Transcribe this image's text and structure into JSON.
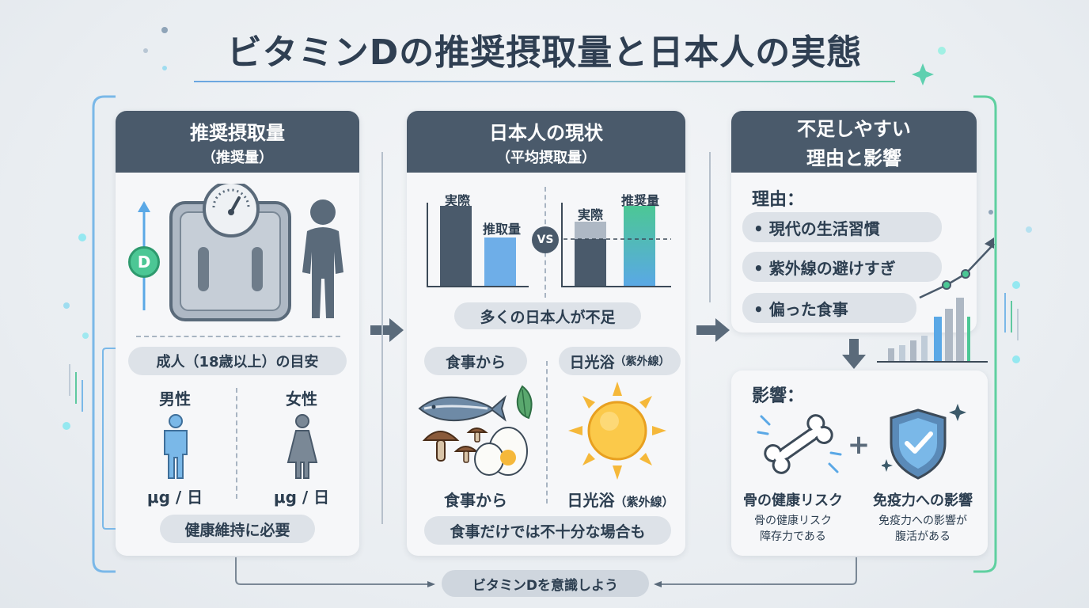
{
  "title": "ビタミンDの推奨摂取量と日本人の実態",
  "panel1": {
    "heading": "推奨摂取量",
    "subheading": "（推奨量）",
    "d_badge": "D",
    "adult_pill": "成人（18歳以上）の目安",
    "male_label": "男性",
    "female_label": "女性",
    "male_unit": "μg / 日",
    "female_unit": "μg / 日",
    "footer_pill": "健康維持に必要"
  },
  "panel2": {
    "heading": "日本人の現状",
    "subheading": "（平均摂取量）",
    "chart1_label_actual": "実際",
    "chart1_label_intake": "推取量",
    "vs": "VS",
    "chart2_label_actual": "実際",
    "chart2_label_recommended": "推奨量",
    "shortage_pill": "多くの日本人が不足",
    "food_pill": "食事から",
    "sun_pill": "日光浴",
    "sun_pill_small": "（紫外線）",
    "food_caption": "食事から",
    "sun_caption": "日光浴",
    "sun_caption_small": "（紫外線）",
    "footer_pill": "食事だけでは不十分な場合も"
  },
  "panel3": {
    "heading_line1": "不足しやすい",
    "heading_line2": "理由と影響",
    "reason_title": "理由：",
    "reasons": [
      "• 現代の生活習慣",
      "• 紫外線の避けすぎ",
      "• 偏った食事"
    ],
    "impact_title": "影響：",
    "bone_title": "骨の健康リスク",
    "bone_sub1": "骨の健康リスク",
    "bone_sub2": "障存力である",
    "immune_title": "免疫力への影響",
    "immune_sub1": "免疫力への影響が",
    "immune_sub2": "腹活がある"
  },
  "bottom_pill": "ビタミンDを意識しよう",
  "colors": {
    "header": "#4a5a6b",
    "accent_blue": "#5aa8e6",
    "accent_green": "#4cc795",
    "pill": "#dde2e8"
  }
}
